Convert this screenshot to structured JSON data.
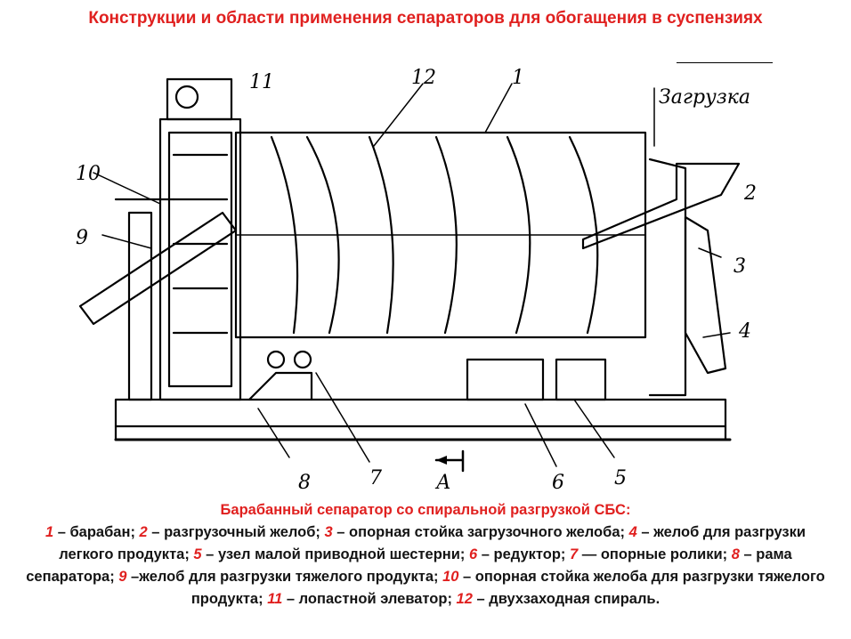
{
  "title": "Конструкции и области применения сепараторов для обогащения в суспензиях",
  "figure": {
    "labels": {
      "n1": "1",
      "n2": "2",
      "n3": "3",
      "n4": "4",
      "n5": "5",
      "n6": "6",
      "n7": "7",
      "n8": "8",
      "n9": "9",
      "n10": "10",
      "n11": "11",
      "n12": "12",
      "loading": "Загрузка",
      "section_a": "А"
    }
  },
  "caption": {
    "heading": "Барабанный сепаратор со спиральной разгрузкой СБС:",
    "items": [
      {
        "num": "1",
        "text": " – барабан; "
      },
      {
        "num": "2",
        "text": " – разгрузочный желоб; "
      },
      {
        "num": "3",
        "text": " – опорная стойка загрузочного желоба; "
      },
      {
        "num": "4",
        "text": " – желоб для разгрузки легкого продукта; "
      },
      {
        "num": "5",
        "text": " – узел малой приводной шестерни; "
      },
      {
        "num": "6",
        "text": " – редуктор; "
      },
      {
        "num": "7",
        "text": " —  опорные ролики; "
      },
      {
        "num": "8",
        "text": " – рама сепаратора; "
      },
      {
        "num": "9",
        "text": " –желоб для разгрузки тяжелого продукта; "
      },
      {
        "num": "10",
        "text": " – опорная стойка желоба для разгрузки тяжелого продукта; "
      },
      {
        "num": "11",
        "text": " – лопастной элеватор; "
      },
      {
        "num": "12",
        "text": " – двухзаходная спираль."
      }
    ]
  },
  "colors": {
    "accent": "#e0201f",
    "text": "#141414"
  }
}
